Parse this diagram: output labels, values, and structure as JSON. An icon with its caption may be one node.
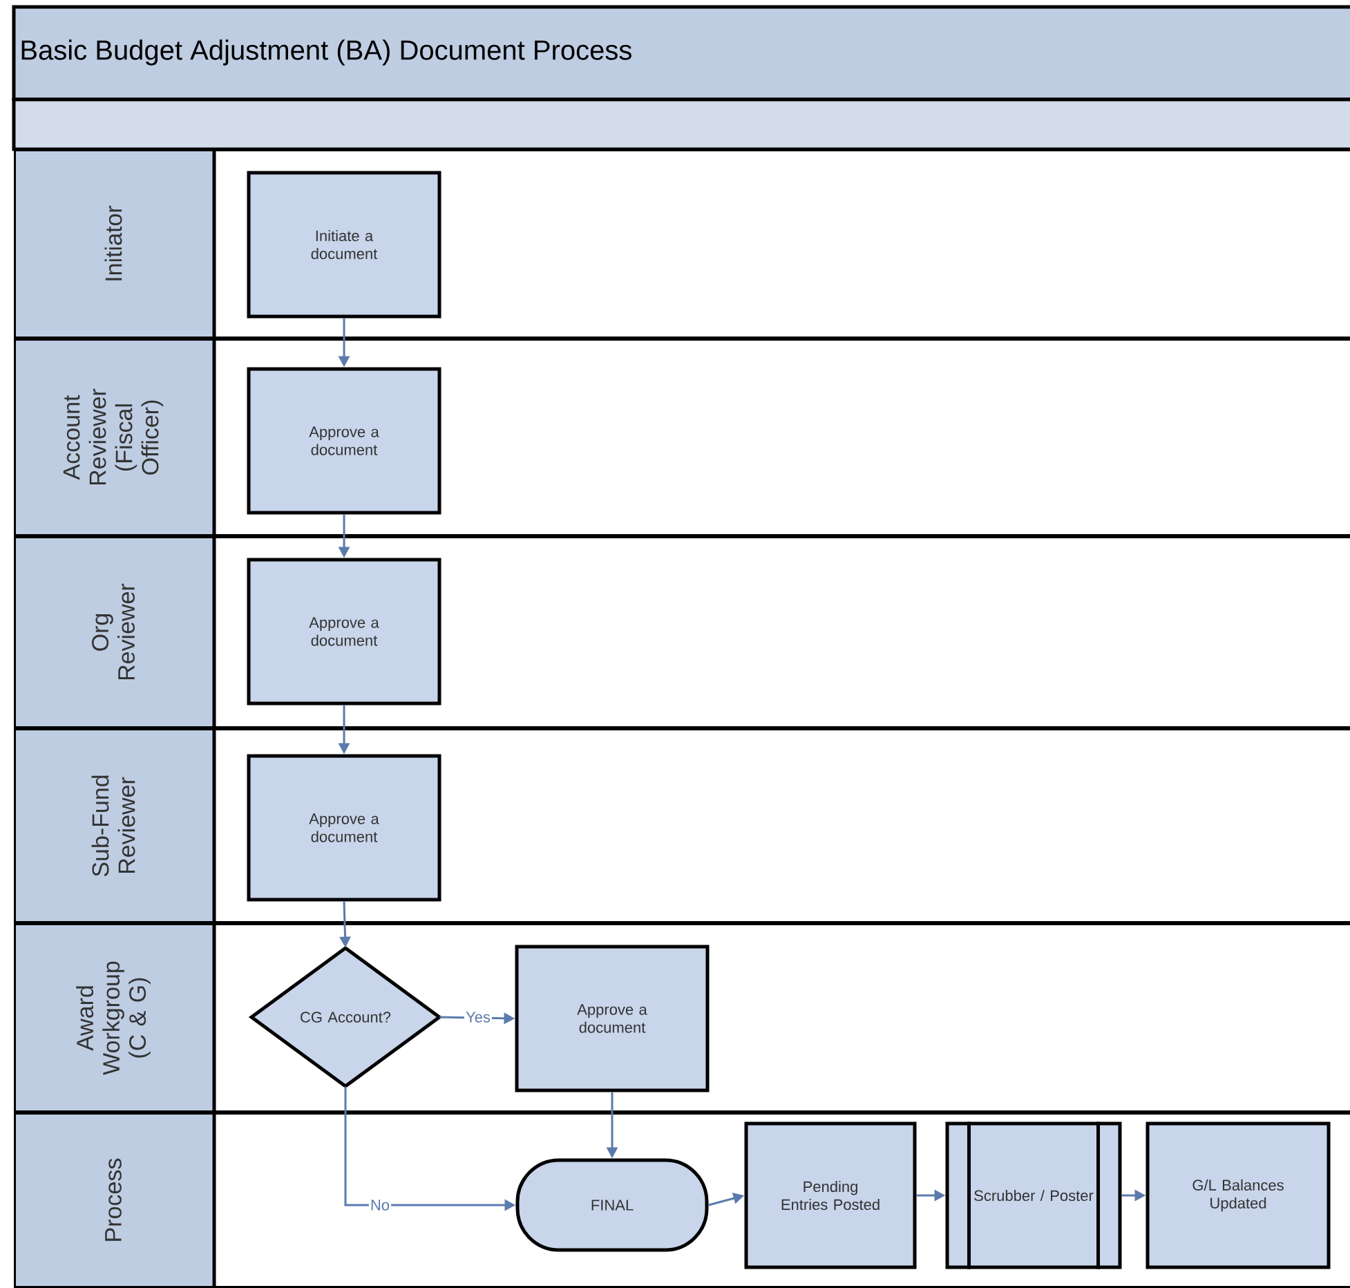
{
  "diagram": {
    "title": "Basic Budget Adjustment (BA) Document Process",
    "nodes": [
      {
        "text": [
          "Initiator"
        ]
      },
      {
        "text": [
          "Initiate a document"
        ],
        "in": 0
      },
      {
        "text": [
          "Account Reviewer (Fiscal Officer)"
        ]
      },
      {
        "text": [
          "Approve a document"
        ],
        "in": 2
      },
      {
        "text": [
          "Org Reviewer"
        ]
      },
      {
        "text": [
          "Approve a document"
        ],
        "in": 4
      },
      {
        "text": [
          "Sub-Fund Reviewer"
        ]
      },
      {
        "text": [
          "Approve a document"
        ],
        "in": 6
      },
      {
        "text": [
          "Award Workgroup (C & G)"
        ]
      },
      {
        "text": [
          "CG Account?"
        ],
        "in": 8
      },
      {
        "text": [
          "Approve a document"
        ],
        "in": 8
      },
      {
        "text": [
          "Process"
        ]
      },
      {
        "text": [
          "FINAL"
        ],
        "in": 11
      },
      {
        "text": [
          "Pending Entries Posted"
        ],
        "in": 11
      },
      {
        "text": [
          "Scrubber / Poster"
        ],
        "in": 11
      },
      {
        "text": [
          "G/L Balances Updated"
        ],
        "in": 11
      }
    ],
    "edges": [
      {
        "from": 1,
        "to": 3,
        "arrow": "to"
      },
      {
        "from": 3,
        "to": 5,
        "arrow": "to"
      },
      {
        "from": 5,
        "to": 7,
        "arrow": "to"
      },
      {
        "from": 7,
        "to": 9,
        "arrow": "to"
      },
      {
        "from": 9,
        "to": 10,
        "arrow": "to",
        "label": "Yes"
      },
      {
        "from": 9,
        "to": 12,
        "arrow": "to",
        "label": "No"
      },
      {
        "from": 10,
        "to": 12,
        "arrow": "to"
      },
      {
        "from": 12,
        "to": 13,
        "arrow": "to"
      },
      {
        "from": 13,
        "to": 14,
        "arrow": "to"
      },
      {
        "from": 14,
        "to": 15,
        "arrow": "to"
      }
    ]
  }
}
